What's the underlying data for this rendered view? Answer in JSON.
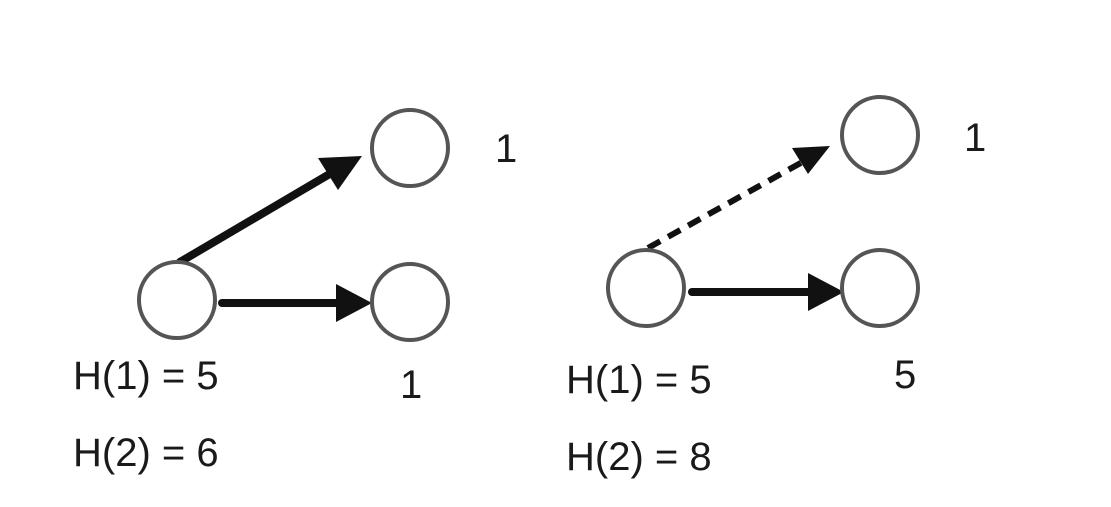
{
  "left_graph": {
    "top_weight": "1",
    "bottom_weight": "1",
    "h1": "H(1) = 5",
    "h2": "H(2) = 6"
  },
  "right_graph": {
    "top_weight": "1",
    "bottom_weight": "5",
    "h1": "H(1) = 5",
    "h2": "H(2) = 8"
  }
}
